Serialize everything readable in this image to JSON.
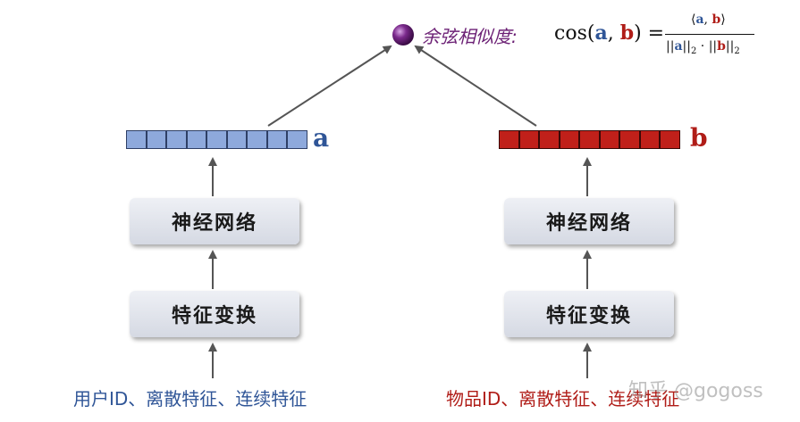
{
  "similarity": {
    "label": "余弦相似度:",
    "formula": {
      "lhs_func": "cos(",
      "lhs_a": "a",
      "lhs_comma": ", ",
      "lhs_b": "b",
      "lhs_close": ") =",
      "num_open": "⟨",
      "num_a": "a",
      "num_comma": ", ",
      "num_b": "b",
      "num_close": "⟩",
      "den_left_open": "||",
      "den_a": "a",
      "den_left_close": "||",
      "den_sub1": "2",
      "den_dot": " · ",
      "den_right_open": "||",
      "den_b": "b",
      "den_right_close": "||",
      "den_sub2": "2"
    },
    "colors": {
      "node": "#6b1f74",
      "a": "#2f5597",
      "b": "#b01d18"
    }
  },
  "left_tower": {
    "vector_label": "a",
    "network_box": "神经网络",
    "transform_box": "特征变换",
    "input_caption": "用户ID、离散特征、连续特征",
    "cell_count": 9,
    "colors": {
      "vector": "#8ea9dc",
      "label": "#2f5597",
      "caption": "#2f5597"
    }
  },
  "right_tower": {
    "vector_label": "b",
    "network_box": "神经网络",
    "transform_box": "特征变换",
    "input_caption": "物品ID、离散特征、连续特征",
    "cell_count": 9,
    "colors": {
      "vector": "#c0201a",
      "label": "#b01d18",
      "caption": "#b01d18"
    }
  },
  "watermark": {
    "text": "知乎 @gogoss"
  }
}
